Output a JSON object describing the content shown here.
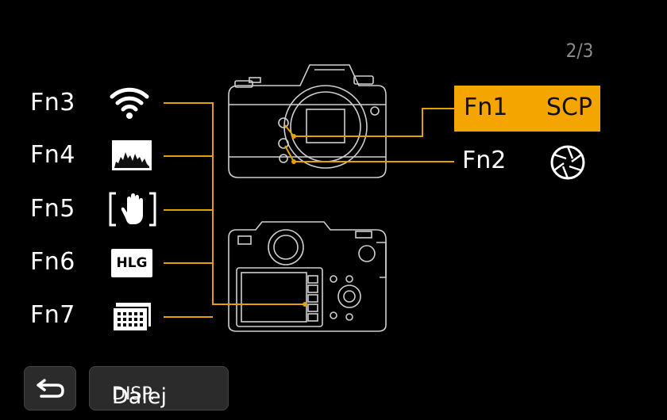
{
  "page_indicator": "2/3",
  "buttons": [
    {
      "id": "fn3",
      "label": "Fn3",
      "icon": "wifi-icon"
    },
    {
      "id": "fn4",
      "label": "Fn4",
      "icon": "histogram-icon"
    },
    {
      "id": "fn5",
      "label": "Fn5",
      "icon": "touch-af-icon"
    },
    {
      "id": "fn6",
      "label": "Fn6",
      "icon": "hlg-icon",
      "icon_text": "HLG"
    },
    {
      "id": "fn7",
      "label": "Fn7",
      "icon": "grid-display-icon"
    }
  ],
  "fn1": {
    "label": "Fn1",
    "value": "SCP"
  },
  "fn2": {
    "label": "Fn2",
    "icon": "shutter-icon"
  },
  "footer": {
    "back_icon": "return-icon",
    "disp_prefix": "DISP.",
    "disp_label": "Dalej"
  },
  "colors": {
    "accent": "#f5a500",
    "line": "#e5a000",
    "drawing": "#cfcfcf"
  }
}
